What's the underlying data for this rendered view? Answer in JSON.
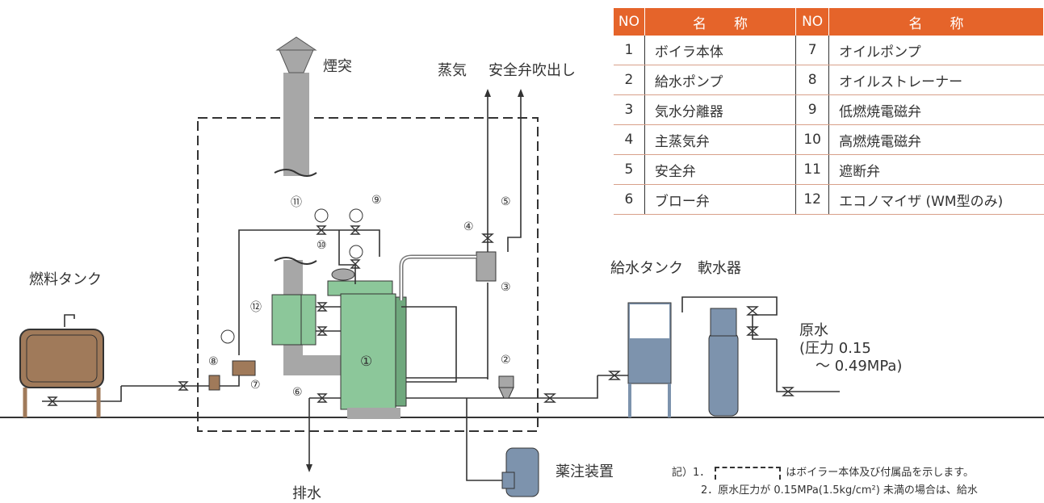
{
  "labels": {
    "chimney": "煙突",
    "steam": "蒸気",
    "safety_blow": "安全弁吹出し",
    "fuel_tank": "燃料タンク",
    "feed_tank_softener": "給水タンク　軟水器",
    "raw_water": "原水",
    "pressure_line1": "(圧力 0.15",
    "pressure_line2": "〜 0.49MPa)",
    "chemical_injector": "薬注装置",
    "drain": "排水"
  },
  "markers": {
    "m1": "①",
    "m2": "②",
    "m3": "③",
    "m4": "④",
    "m5": "⑤",
    "m6": "⑥",
    "m7": "⑦",
    "m8": "⑧",
    "m9": "⑨",
    "m10": "⑩",
    "m11": "⑪",
    "m12": "⑫"
  },
  "legend": {
    "headers": {
      "no": "NO",
      "name": "名　　称"
    },
    "rows": [
      {
        "no1": "1",
        "name1": "ボイラ本体",
        "no2": "7",
        "name2": "オイルポンプ"
      },
      {
        "no1": "2",
        "name1": "給水ポンプ",
        "no2": "8",
        "name2": "オイルストレーナー"
      },
      {
        "no1": "3",
        "name1": "気水分離器",
        "no2": "9",
        "name2": "低燃焼電磁弁"
      },
      {
        "no1": "4",
        "name1": "主蒸気弁",
        "no2": "10",
        "name2": "高燃焼電磁弁"
      },
      {
        "no1": "5",
        "name1": "安全弁",
        "no2": "11",
        "name2": "遮断弁"
      },
      {
        "no1": "6",
        "name1": "ブロー弁",
        "no2": "12",
        "name2": "エコノマイザ (WM型のみ)"
      }
    ]
  },
  "notes": {
    "prefix": "記）1．",
    "line1_suffix": "はボイラー本体及び付属品を示します。",
    "line2": "2．原水圧力が 0.15MPa(1.5kg/cm²) 未満の場合は、給水"
  },
  "colors": {
    "boiler_green": "#8cc79a",
    "gray": "#a7a7a7",
    "tank_brown": "#a07a5a",
    "blue_steel": "#7d93ad",
    "legend_header": "#e5642a"
  }
}
